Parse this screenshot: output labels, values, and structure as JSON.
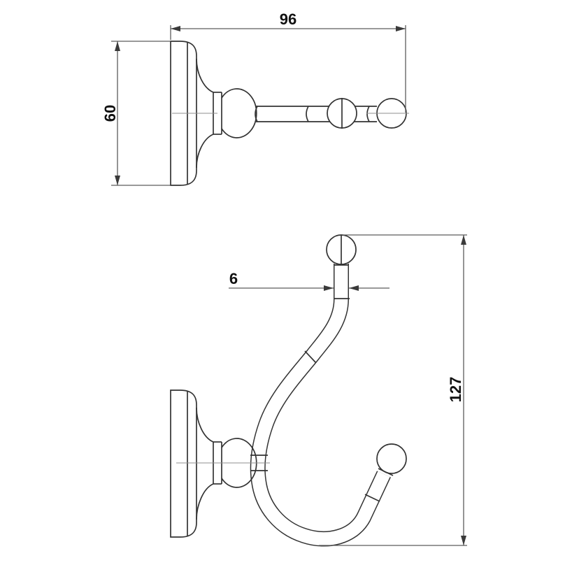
{
  "drawing": {
    "side_view": {
      "width": "96",
      "height": "60"
    },
    "front_view": {
      "rod_diameter": "6",
      "total_height": "127"
    },
    "colors": {
      "background": "#ffffff",
      "object_line": "#333333",
      "dimension_line": "#5c5c5c",
      "arrow": "#3a3a3a",
      "centerline": "#8f8f8f",
      "text": "#111111"
    }
  }
}
